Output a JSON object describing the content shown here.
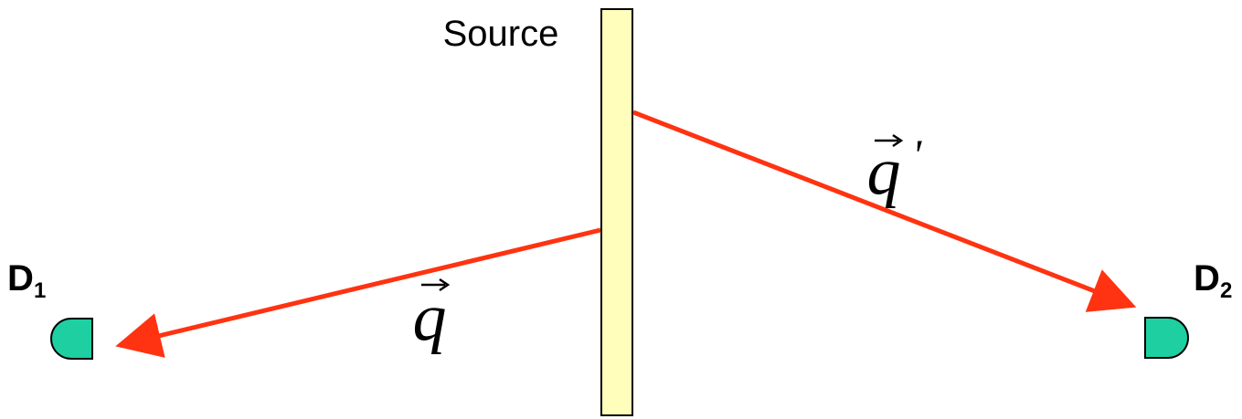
{
  "source": {
    "label": "Source",
    "fill": "#FFFFBB",
    "stroke": "#000000"
  },
  "detectors": [
    {
      "id": "D1",
      "letter": "D",
      "subscript": "1",
      "fill": "#1ECFA2",
      "stroke": "#000000"
    },
    {
      "id": "D2",
      "letter": "D",
      "subscript": "2",
      "fill": "#1ECFA2",
      "stroke": "#000000"
    }
  ],
  "beams": [
    {
      "id": "q",
      "symbol": "q",
      "prime": "",
      "color": "#FF3311"
    },
    {
      "id": "q-prime",
      "symbol": "q",
      "prime": "'",
      "color": "#FF3311"
    }
  ]
}
